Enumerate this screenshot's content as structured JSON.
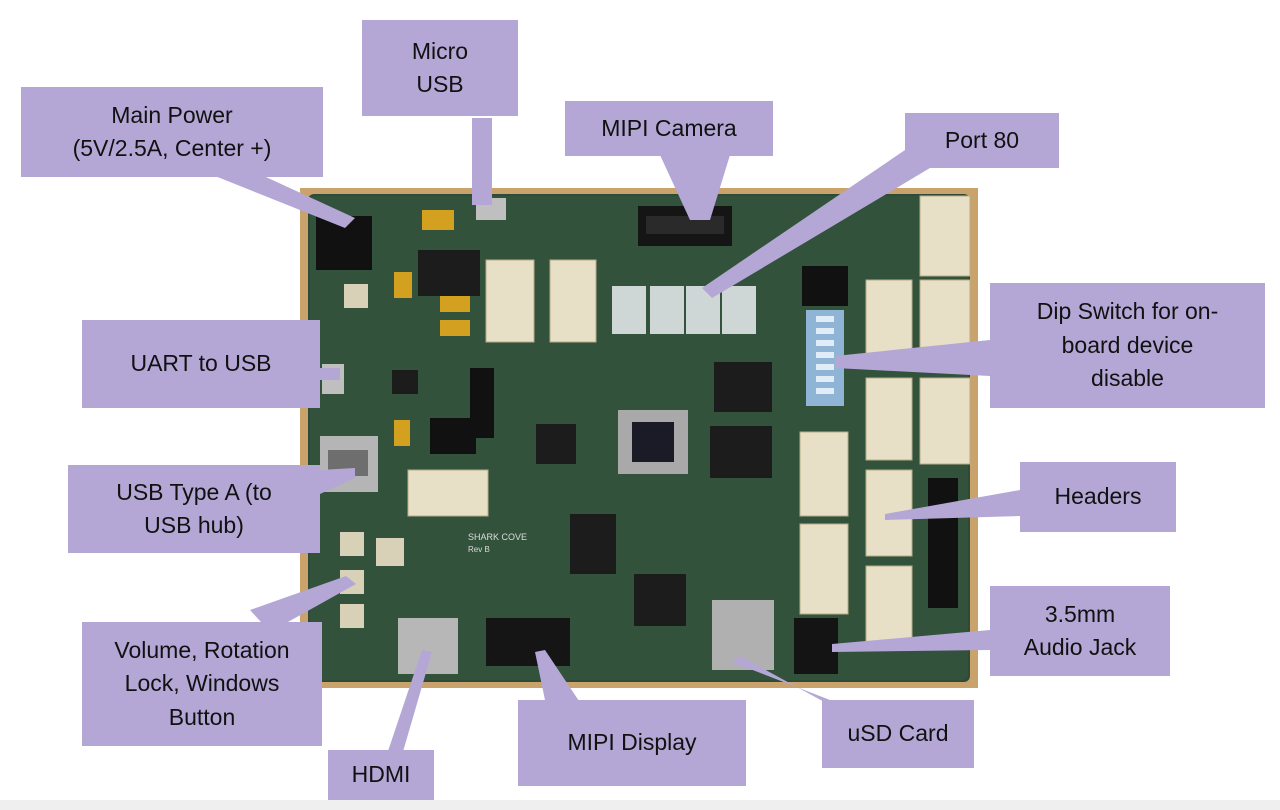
{
  "image": {
    "subject": "development board photo",
    "colors": {
      "background": "#ffffff",
      "label_fill": "#b4a7d6",
      "board": "#2d4b38",
      "wood": "#c9a36b"
    }
  },
  "labels": {
    "micro_usb": "Micro\nUSB",
    "main_power": "Main Power\n(5V/2.5A, Center +)",
    "mipi_camera": "MIPI Camera",
    "port_80": "Port 80",
    "uart_to_usb": "UART to USB",
    "dip_switch": "Dip Switch for on-\nboard device\ndisable",
    "usb_type_a": "USB Type A (to\nUSB hub)",
    "headers": "Headers",
    "volume_buttons": "Volume, Rotation\nLock, Windows\nButton",
    "audio_jack": "3.5mm\nAudio Jack",
    "mipi_display": "MIPI Display",
    "usd_card": "uSD Card",
    "hdmi": "HDMI"
  },
  "board_silkscreen": {
    "name": "SHARK COVE",
    "rev": "Rev B"
  }
}
